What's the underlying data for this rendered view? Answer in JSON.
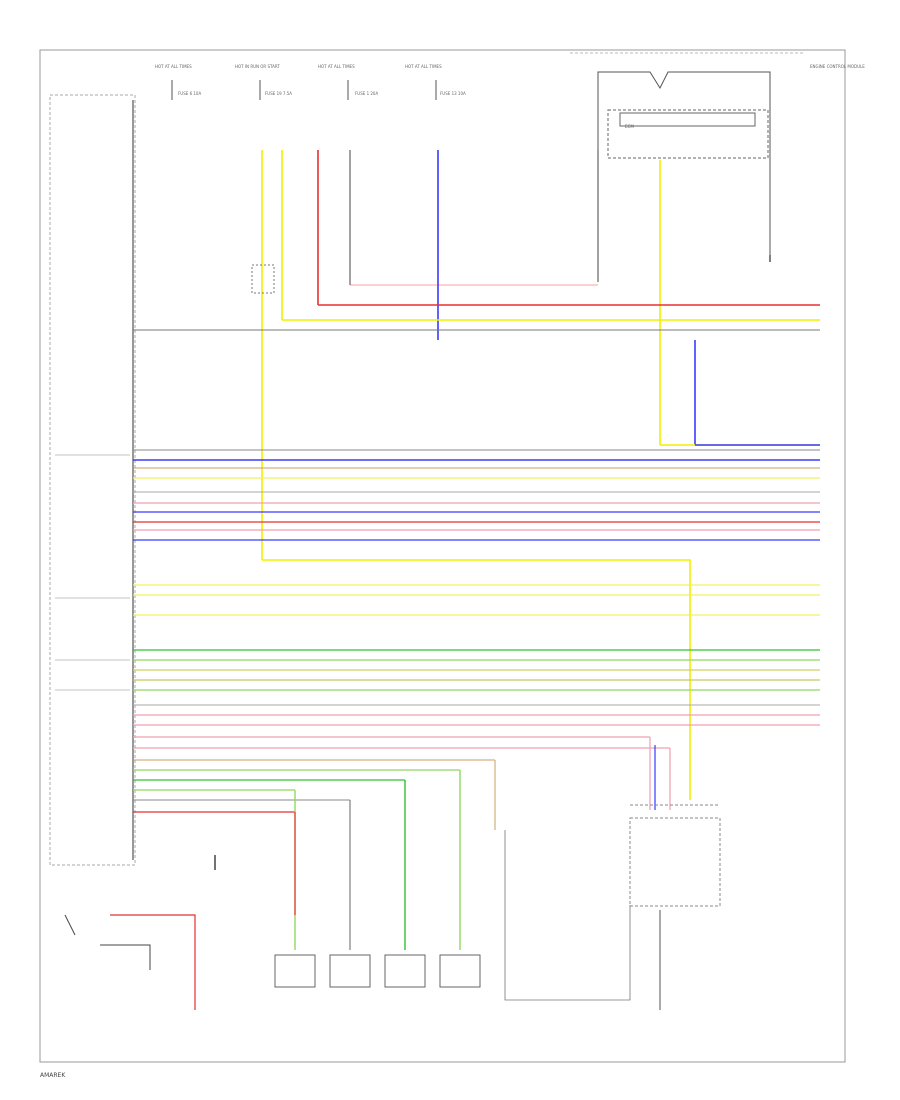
{
  "diagram": {
    "footer_text": "AMAREK",
    "top_fuse_sources": [
      "HOT AT ALL TIMES",
      "HOT IN RUN OR START",
      "HOT AT ALL TIMES",
      "HOT AT ALL TIMES"
    ],
    "top_fuses": [
      "FUSE 6 10A",
      "FUSE 19 7.5A",
      "FUSE 1 20A",
      "FUSE 13 10A"
    ],
    "top_right_label": "ENGINE CONTROL MODULE",
    "ecm_box_label": "ECM",
    "colors": {
      "yellow": "#f0f000",
      "red": "#e83030",
      "blue": "#3a3aff",
      "pink": "#f0a0b0",
      "green": "#30c030",
      "grey": "#777777",
      "black": "#222222",
      "light_yellow": "#f3f060",
      "brown": "#c8a060"
    }
  }
}
